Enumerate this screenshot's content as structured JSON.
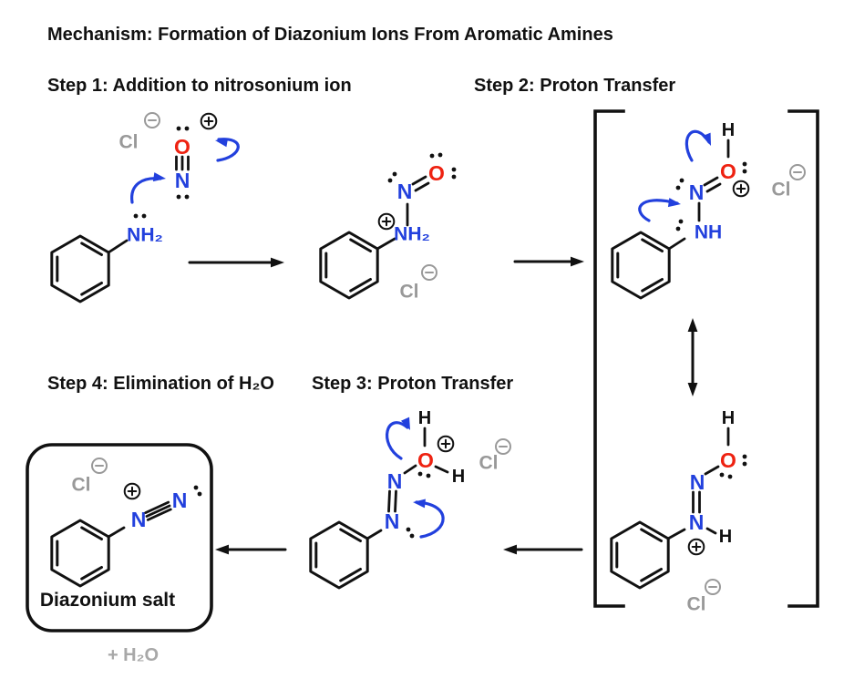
{
  "title": "Mechanism: Formation of Diazonium Ions From Aromatic Amines",
  "steps": {
    "step1": "Step 1: Addition to nitrosonium ion",
    "step2": "Step 2: Proton Transfer",
    "step3": "Step 3: Proton Transfer",
    "step4": "Step 4: Elimination of H₂O"
  },
  "atom_labels": {
    "nitrogen": "N",
    "oxygen": "O",
    "hydrogen": "H",
    "chloride": "Cl",
    "amine_nh": "NH",
    "amine_nh2": "NH₂"
  },
  "product": {
    "box_label": "Diazonium salt",
    "byproduct": "+ H₂O"
  },
  "colors": {
    "nitrogen_blue": "#2240dd",
    "oxygen_red": "#ee2211",
    "chloride_gray": "#999999",
    "byproduct_gray": "#a8a8a8",
    "ink_black": "#111111"
  }
}
